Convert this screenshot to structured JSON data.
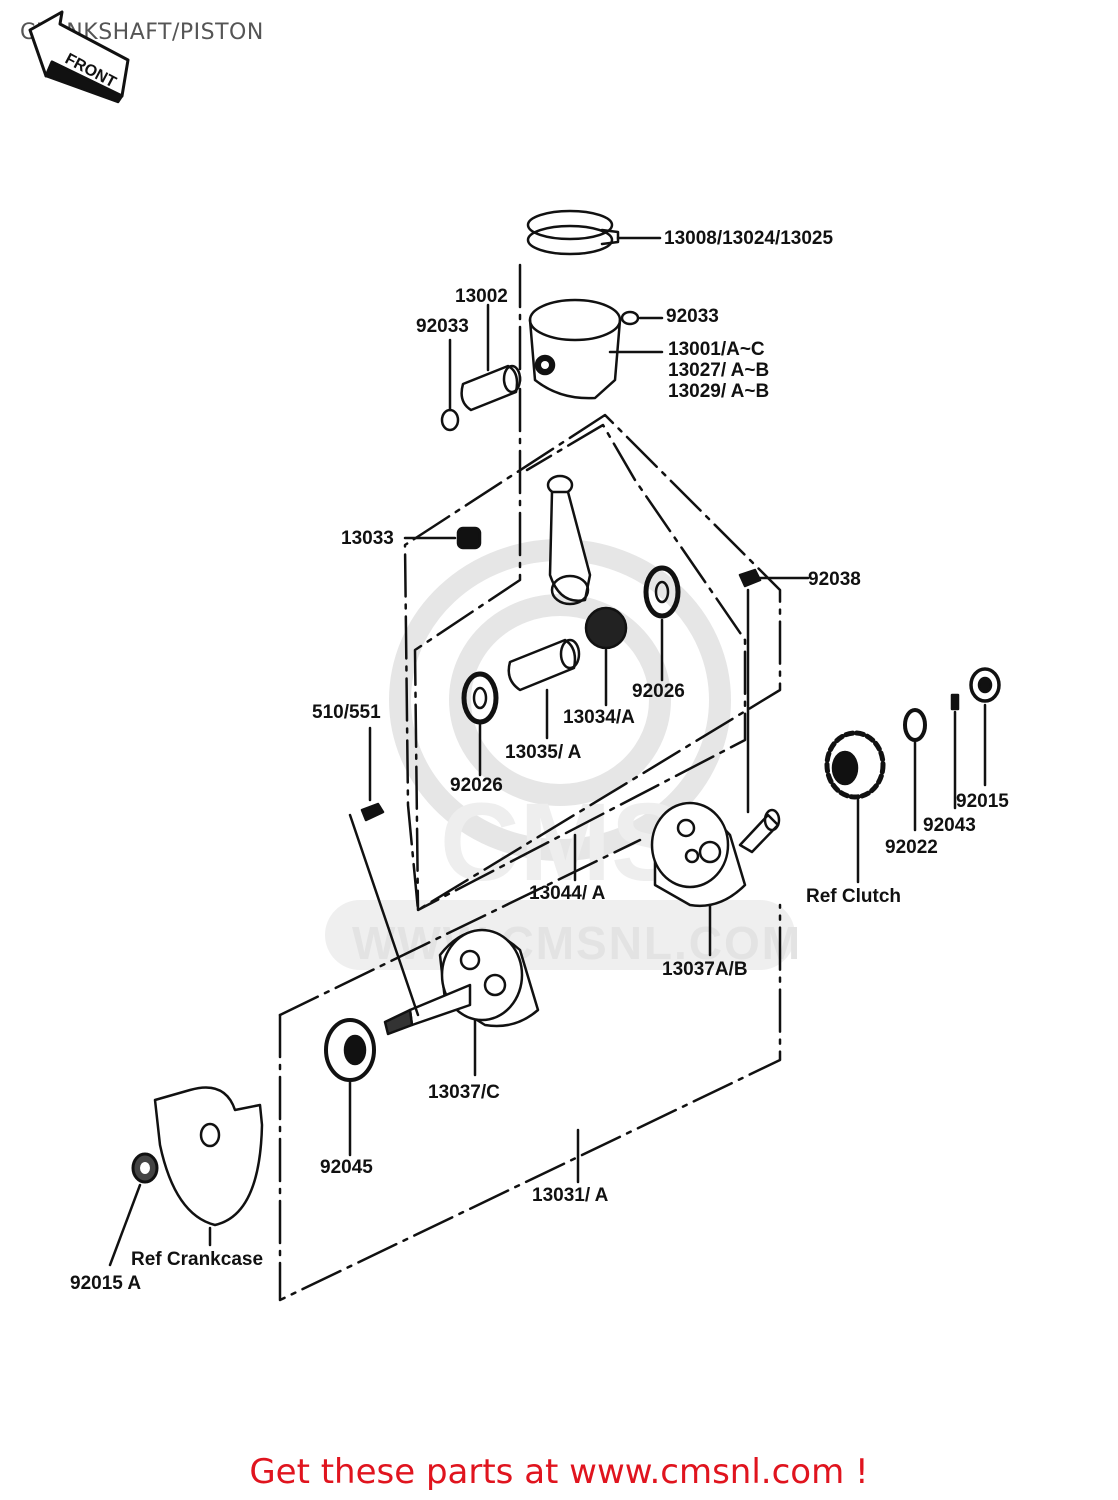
{
  "header": {
    "title": "CRANKSHAFT/PISTON"
  },
  "front_badge": {
    "text": "FRONT"
  },
  "watermark": {
    "brand": "CMS",
    "url": "WWW.CMSNL.COM"
  },
  "parts": [
    {
      "id": "13008/13024/13025"
    },
    {
      "id": "13002"
    },
    {
      "id": "92033"
    },
    {
      "id": "92033"
    },
    {
      "id": "13001/A~C"
    },
    {
      "id": "13027/ A~B"
    },
    {
      "id": "13029/ A~B"
    },
    {
      "id": "13033"
    },
    {
      "id": "92038"
    },
    {
      "id": "92026"
    },
    {
      "id": "510/551"
    },
    {
      "id": "13034/A"
    },
    {
      "id": "13035/ A"
    },
    {
      "id": "92026"
    },
    {
      "id": "92015"
    },
    {
      "id": "92043"
    },
    {
      "id": "92022"
    },
    {
      "id": "Ref  Clutch"
    },
    {
      "id": "13044/ A"
    },
    {
      "id": "13037A/B"
    },
    {
      "id": "13037/C"
    },
    {
      "id": "92045"
    },
    {
      "id": "13031/ A"
    },
    {
      "id": "Ref  Crankcase"
    },
    {
      "id": "92015 A"
    }
  ],
  "footer": {
    "cta": "Get these parts at www.cmsnl.com !"
  },
  "colors": {
    "cta": "#e0141e",
    "title": "#555555",
    "ink": "#111111",
    "watermark": "#e3e3e3"
  }
}
